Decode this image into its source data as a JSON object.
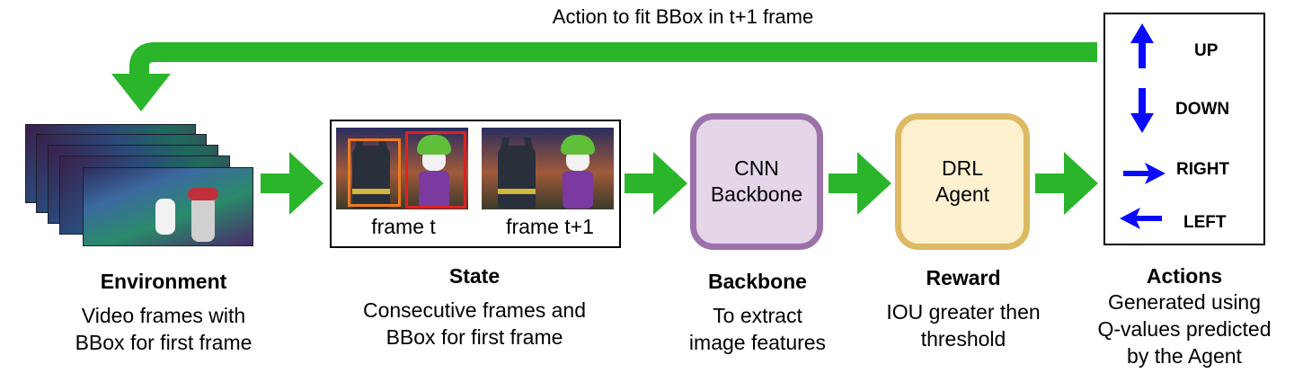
{
  "top_label": "Action to fit BBox in t+1 frame",
  "colors": {
    "connector": "#2ab52a",
    "backbone_fill": "#e4d5e9",
    "backbone_border": "#9b72aa",
    "agent_fill": "#fdf1cf",
    "agent_border": "#ddb964",
    "action_arrow": "#0a0aff",
    "bbox_frame_t_a": "#f07a20",
    "bbox_frame_t_b": "#e02020"
  },
  "state": {
    "frame_t": "frame t",
    "frame_t1": "frame t+1"
  },
  "cnn": {
    "line1": "CNN",
    "line2": "Backbone"
  },
  "drl": {
    "line1": "DRL",
    "line2": "Agent"
  },
  "actions": {
    "up": "UP",
    "down": "DOWN",
    "right": "RIGHT",
    "left": "LEFT"
  },
  "captions": {
    "environment": {
      "title": "Environment",
      "desc1": "Video frames with",
      "desc2": "BBox for first frame"
    },
    "state": {
      "title": "State",
      "desc1": "Consecutive frames and",
      "desc2": "BBox for first frame"
    },
    "backbone": {
      "title": "Backbone",
      "desc1": "To extract",
      "desc2": "image features"
    },
    "reward": {
      "title": "Reward",
      "desc1": "IOU greater then",
      "desc2": "threshold"
    },
    "actions": {
      "title": "Actions",
      "desc1": "Generated using",
      "desc2": "Q-values predicted",
      "desc3": "by the Agent"
    }
  }
}
